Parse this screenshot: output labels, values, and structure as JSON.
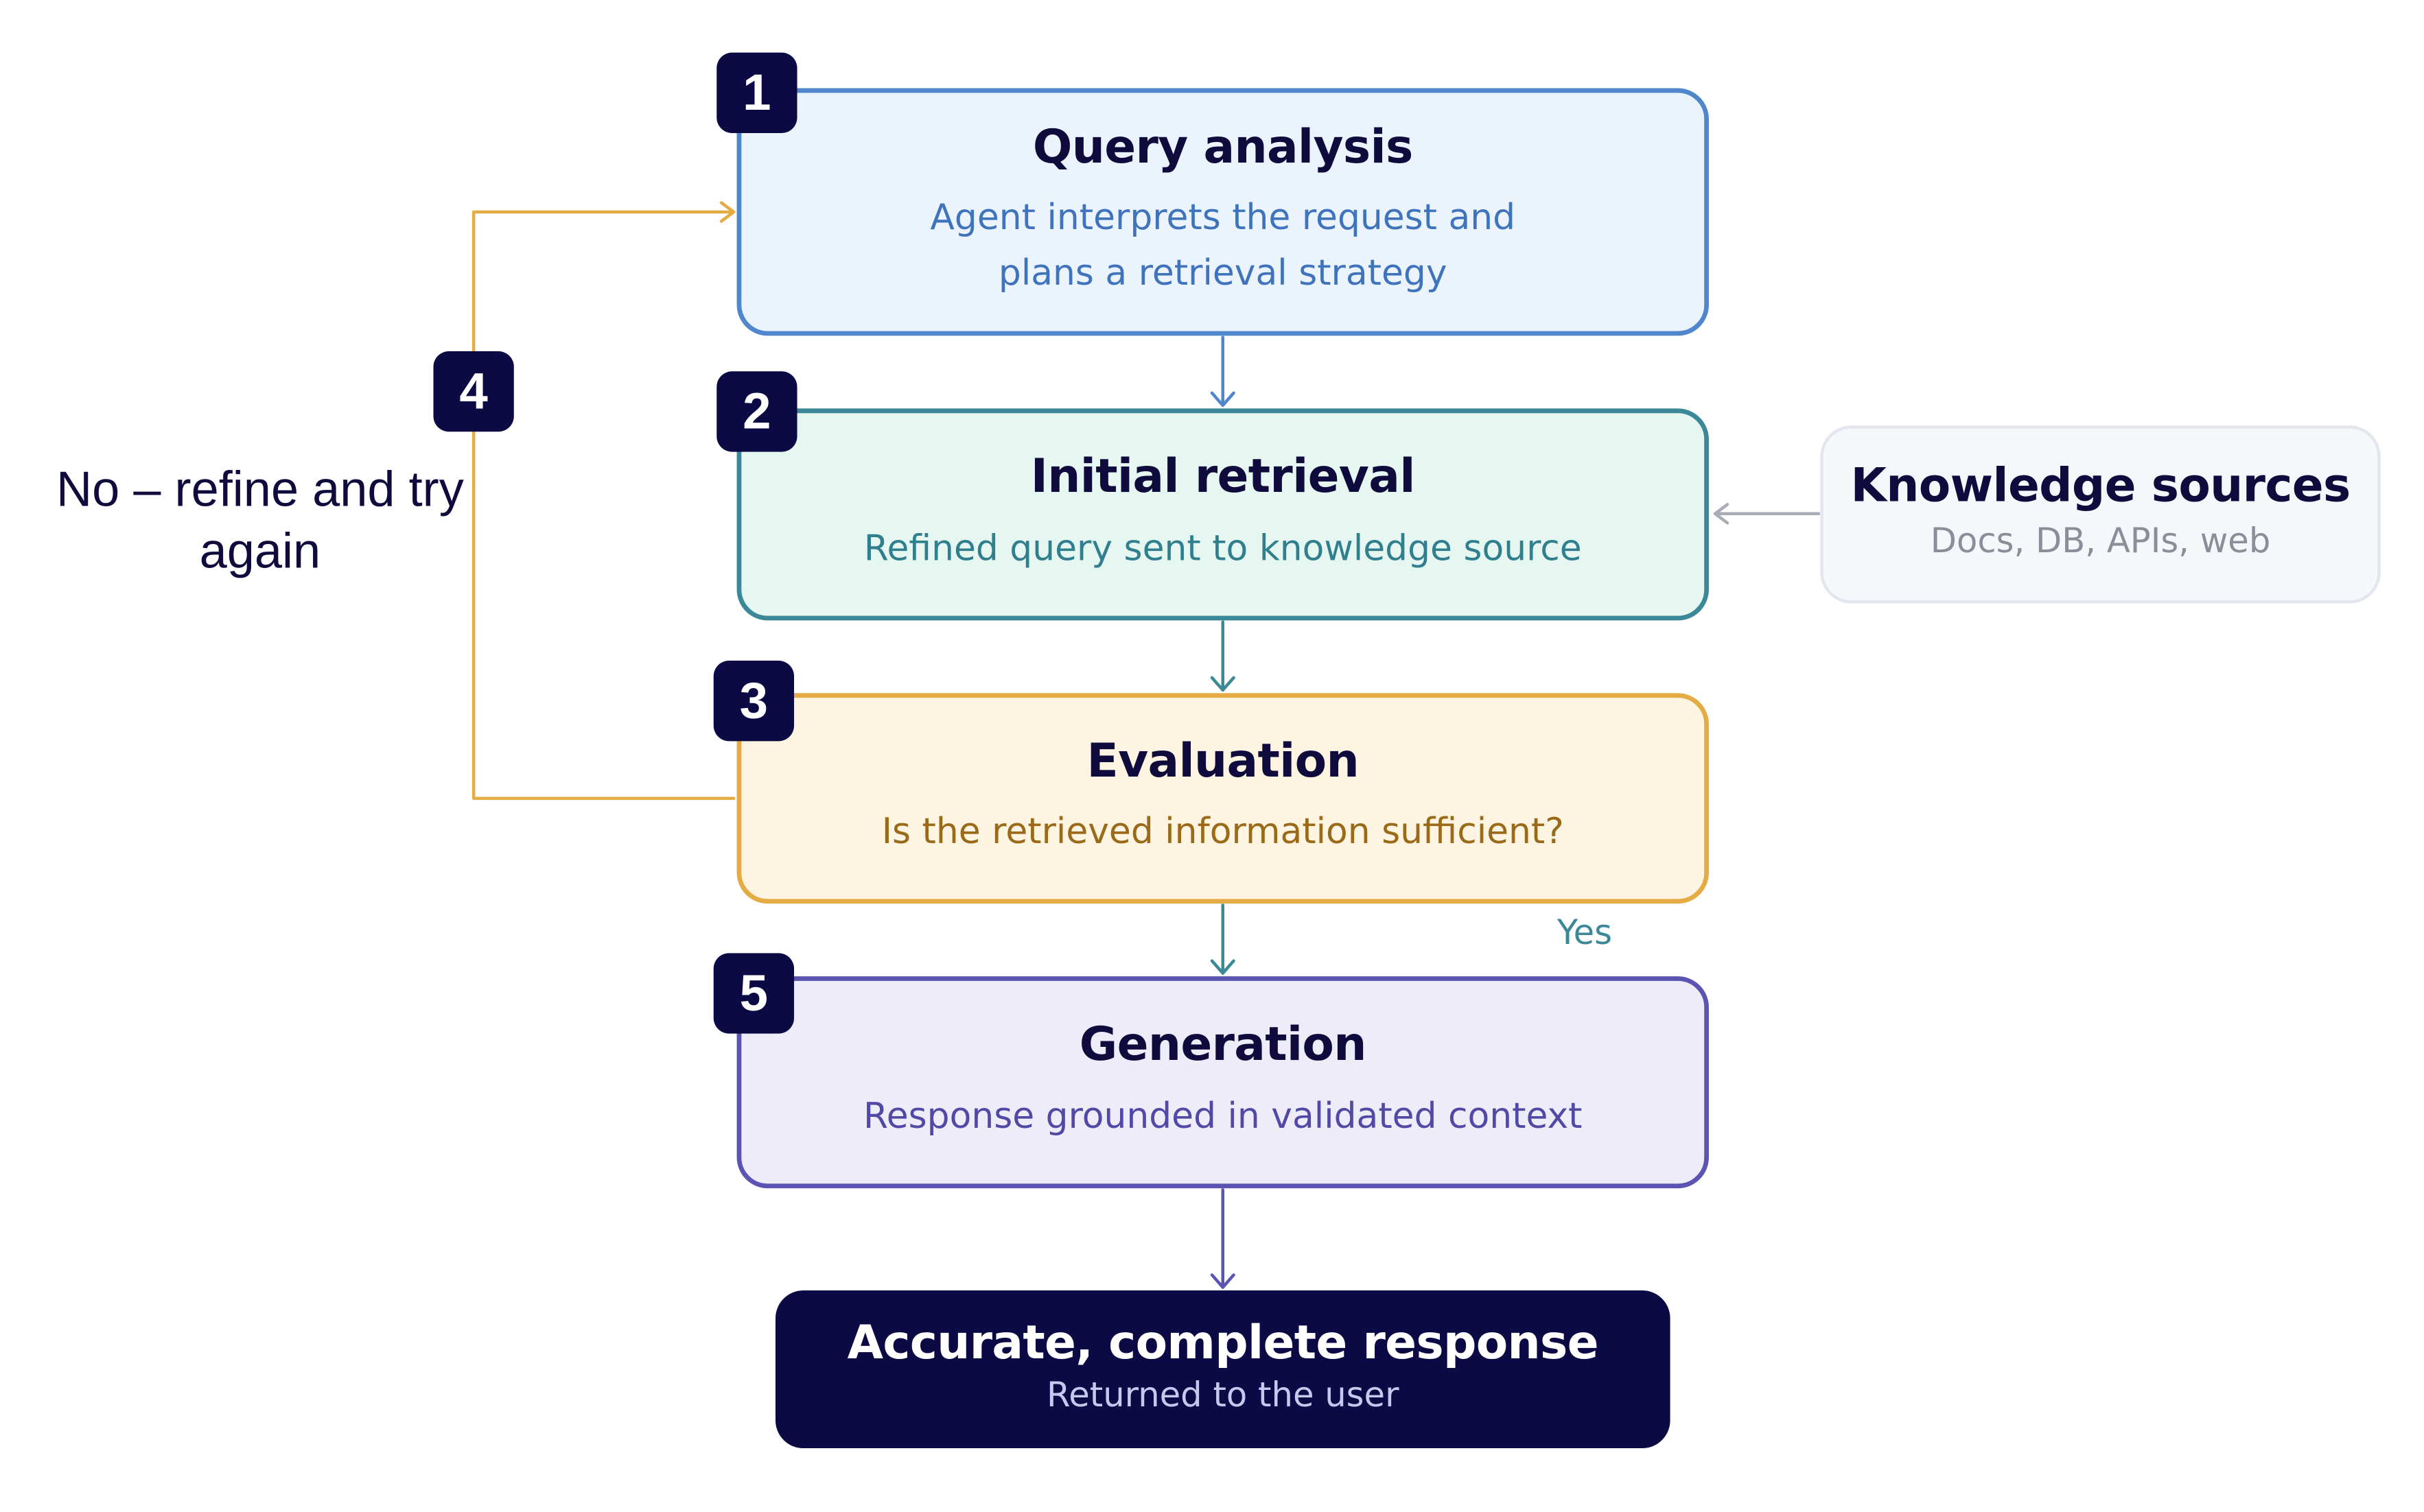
{
  "steps": [
    {
      "number": "1",
      "title": "Query analysis",
      "description": "Agent interprets the request and plans a retrieval strategy"
    },
    {
      "number": "2",
      "title": "Initial retrieval",
      "description": "Refined query sent to knowledge source"
    },
    {
      "number": "3",
      "title": "Evaluation",
      "description": "Is the retrieved information sufficient?"
    },
    {
      "number": "5",
      "title": "Generation",
      "description": "Response grounded in validated context"
    }
  ],
  "loop": {
    "number": "4",
    "label": "No – refine and try again"
  },
  "yes_label": "Yes",
  "knowledge_sources": {
    "title": "Knowledge sources",
    "description": "Docs, DB, APIs, web"
  },
  "final": {
    "title": "Accurate, complete response",
    "description": "Returned to the user"
  },
  "colors": {
    "query": "#4f86cc",
    "retrieval": "#3b8898",
    "evaluation": "#e5ac46",
    "generation": "#5c54b2",
    "knowledge": "#a9adb6",
    "badge": "#0c0a45"
  }
}
